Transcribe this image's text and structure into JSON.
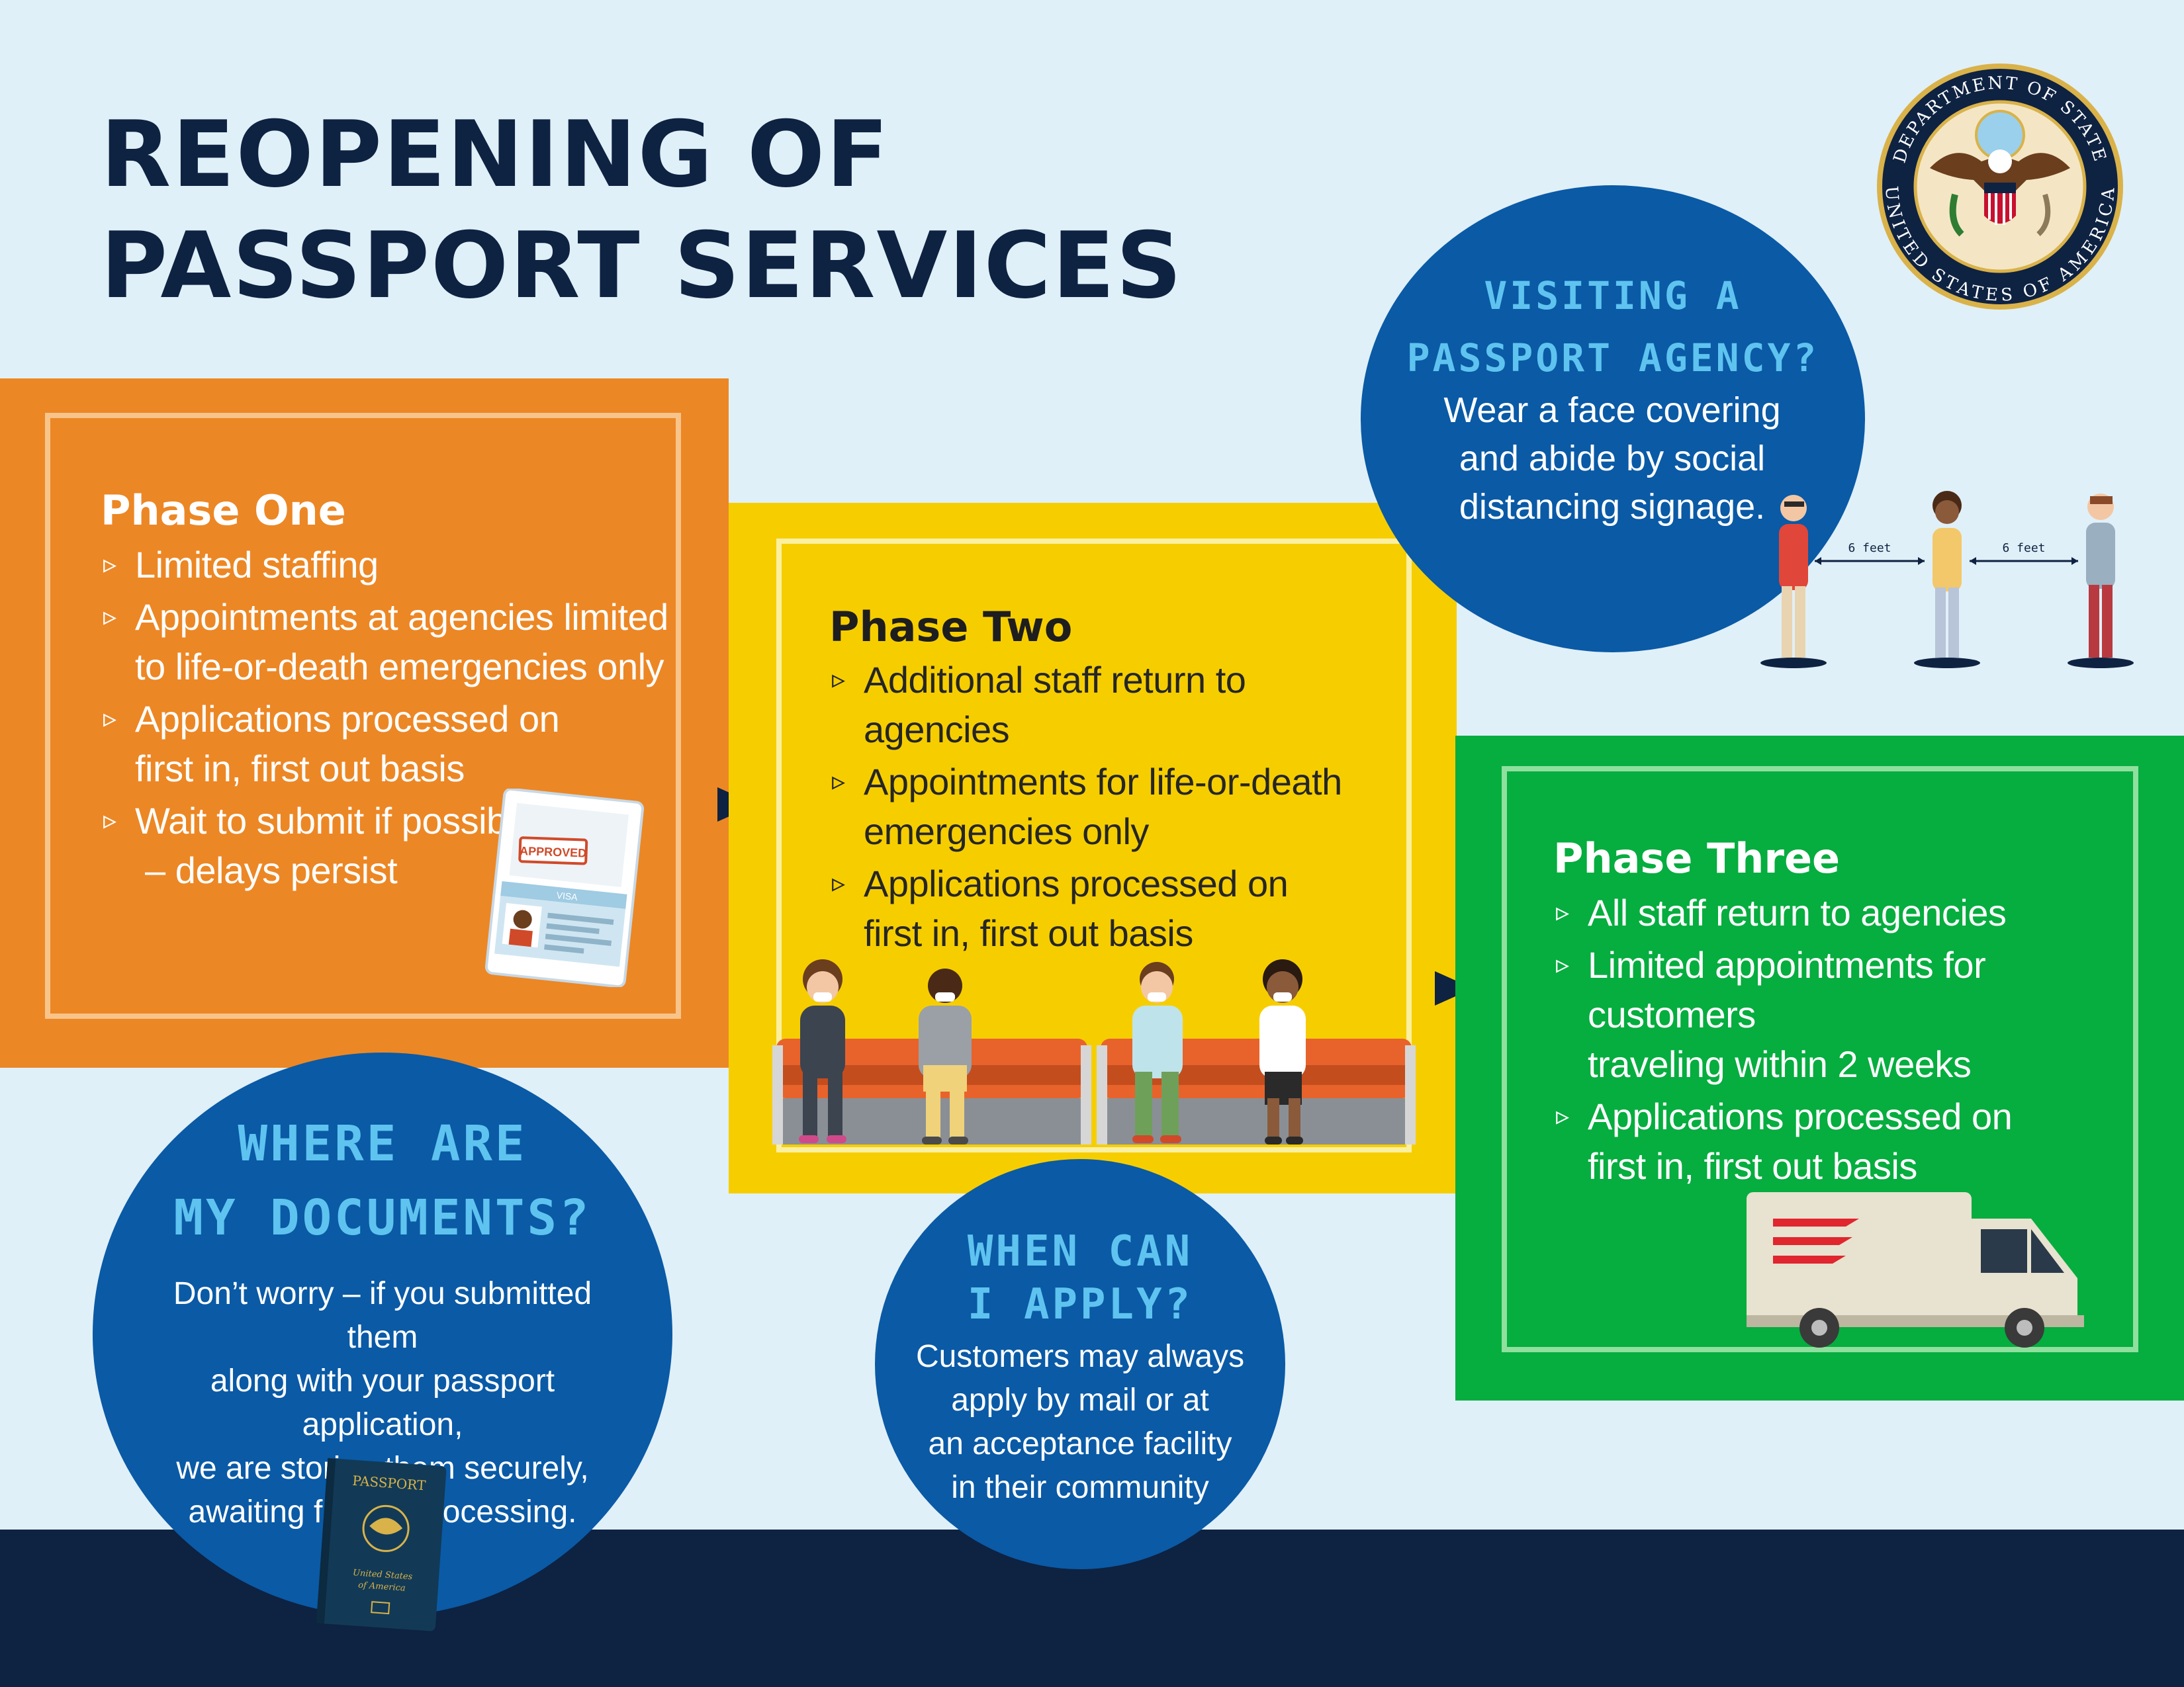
{
  "title": {
    "line1": "REOPENING OF",
    "line2": "PASSPORT SERVICES"
  },
  "seal": {
    "top_text": "DEPARTMENT OF STATE",
    "bottom_text": "UNITED STATES OF AMERICA"
  },
  "phases": [
    {
      "title": "Phase One",
      "bullets": [
        [
          "Limited staffing"
        ],
        [
          "Appointments at agencies limited",
          "to life-or-death emergencies only"
        ],
        [
          "Applications processed on",
          "first in, first out basis"
        ],
        [
          "Wait to submit if possible",
          " – delays persist"
        ]
      ]
    },
    {
      "title": "Phase Two",
      "bullets": [
        [
          "Additional staff return to agencies"
        ],
        [
          "Appointments for life-or-death",
          "emergencies only"
        ],
        [
          "Applications processed on",
          "first in, first out basis"
        ]
      ]
    },
    {
      "title": "Phase Three",
      "bullets": [
        [
          "All staff return to agencies"
        ],
        [
          "Limited appointments for customers",
          "traveling within 2 weeks"
        ],
        [
          "Applications processed on",
          "first in, first out basis"
        ]
      ]
    }
  ],
  "visa_stamp": {
    "approved": "APPROVED",
    "visa": "VISA"
  },
  "distancing": {
    "label_left": "6 feet",
    "label_right": "6 feet"
  },
  "bubbles": {
    "agency": {
      "heading": [
        "VISITING A",
        "PASSPORT AGENCY?"
      ],
      "body": [
        "Wear a face covering",
        "and abide by social",
        "distancing signage."
      ]
    },
    "documents": {
      "heading": [
        "WHERE ARE",
        "MY DOCUMENTS?"
      ],
      "body": [
        "Don’t worry – if you submitted them",
        "along with your passport application,",
        "we are storing them securely,",
        "awaiting further processing."
      ]
    },
    "apply": {
      "heading": [
        "WHEN CAN",
        "I APPLY?"
      ],
      "body": [
        "Customers may always",
        "apply by mail or at",
        "an acceptance facility",
        "in their community"
      ]
    }
  },
  "passport_book": {
    "title": "PASSPORT",
    "subtitle_line1": "United States",
    "subtitle_line2": "of America"
  },
  "colors": {
    "navy": "#0e2242",
    "background": "#e0f0f8",
    "phase_one": "#ec8725",
    "phase_two": "#f6ce00",
    "phase_three": "#06ad3f",
    "bubble": "#0a5aa6",
    "bubble_heading": "#5fc3ef"
  }
}
